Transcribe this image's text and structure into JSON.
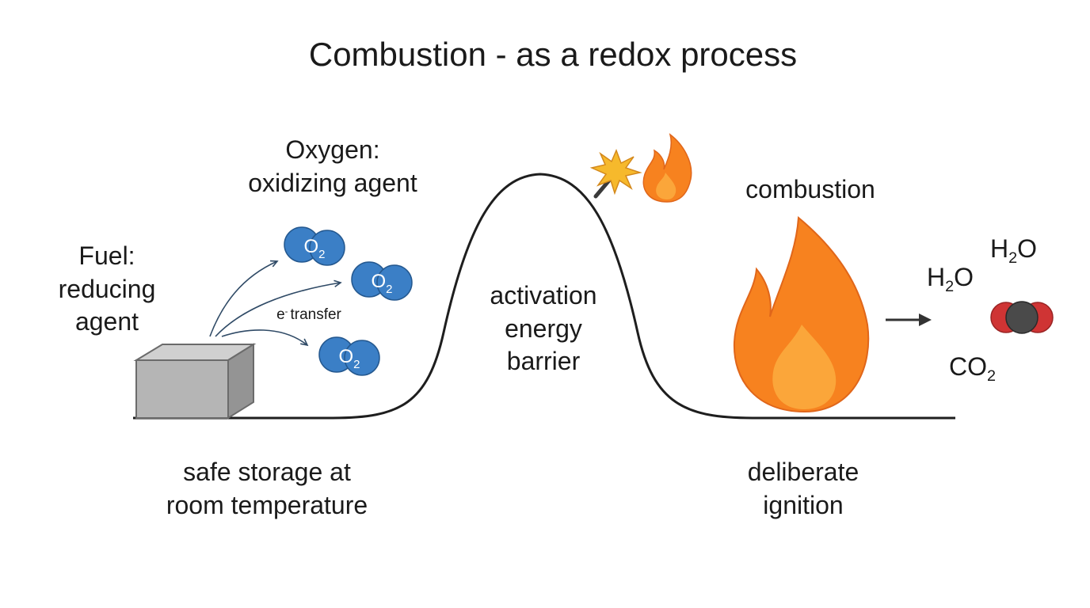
{
  "title": "Combustion - as a redox process",
  "fuel_label": {
    "line1": "Fuel:",
    "line2": "reducing",
    "line3": "agent"
  },
  "oxygen_label": {
    "line1": "Oxygen:",
    "line2": "oxidizing agent"
  },
  "electron_transfer": {
    "symbol": "e",
    "superscript": "-",
    "text": "transfer"
  },
  "oxygen_molecule": {
    "main": "O",
    "subscript": "2"
  },
  "barrier_label": {
    "line1": "activation",
    "line2": "energy",
    "line3": "barrier"
  },
  "combustion_label": "combustion",
  "products": {
    "water_a": {
      "main": "H",
      "subscript": "2",
      "rest": "O"
    },
    "water_b": {
      "main": "H",
      "subscript": "2",
      "rest": "O"
    },
    "carbon_dioxide": {
      "main": "CO",
      "subscript": "2"
    }
  },
  "bottom_left_label": {
    "line1": "safe storage at",
    "line2": "room temperature"
  },
  "bottom_right_label": {
    "line1": "deliberate",
    "line2": "ignition"
  },
  "colors": {
    "oxygen_blue": "#3b7fc6",
    "oxygen_stroke": "#24588f",
    "flame_outer": "#f7821f",
    "flame_inner": "#fba63a",
    "box_gray": "#b5b5b5",
    "co2_red": "#cf3434",
    "co2_carbon": "#4a4a4a",
    "spark_yellow": "#f6b92c"
  }
}
